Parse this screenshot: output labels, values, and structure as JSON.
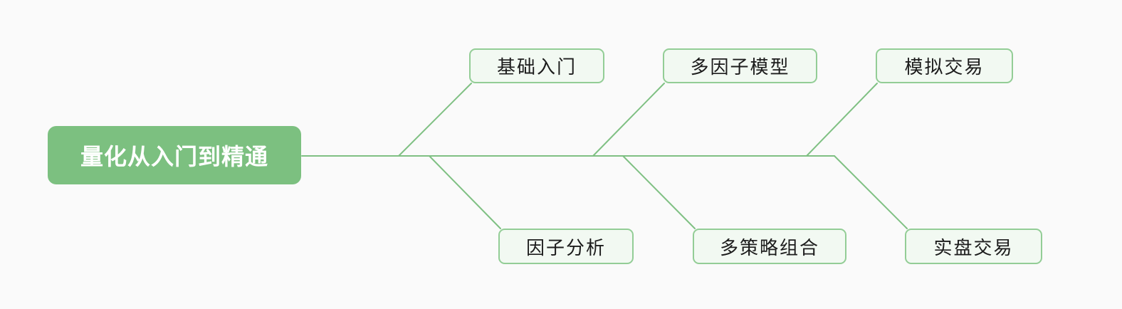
{
  "diagram": {
    "kind": "mind-map-fishbone"
  },
  "colors": {
    "background": "#fafafa",
    "root_fill": "#7cc080",
    "root_text": "#ffffff",
    "node_fill": "#f2f9f2",
    "node_border": "#93cd96",
    "node_text": "#1c1c1c",
    "line": "#7fc083"
  },
  "root": {
    "label": "量化从入门到精通"
  },
  "branches": {
    "top": [
      {
        "label": "基础入门"
      },
      {
        "label": "多因子模型"
      },
      {
        "label": "模拟交易"
      }
    ],
    "bottom": [
      {
        "label": "因子分析"
      },
      {
        "label": "多策略组合"
      },
      {
        "label": "实盘交易"
      }
    ]
  }
}
